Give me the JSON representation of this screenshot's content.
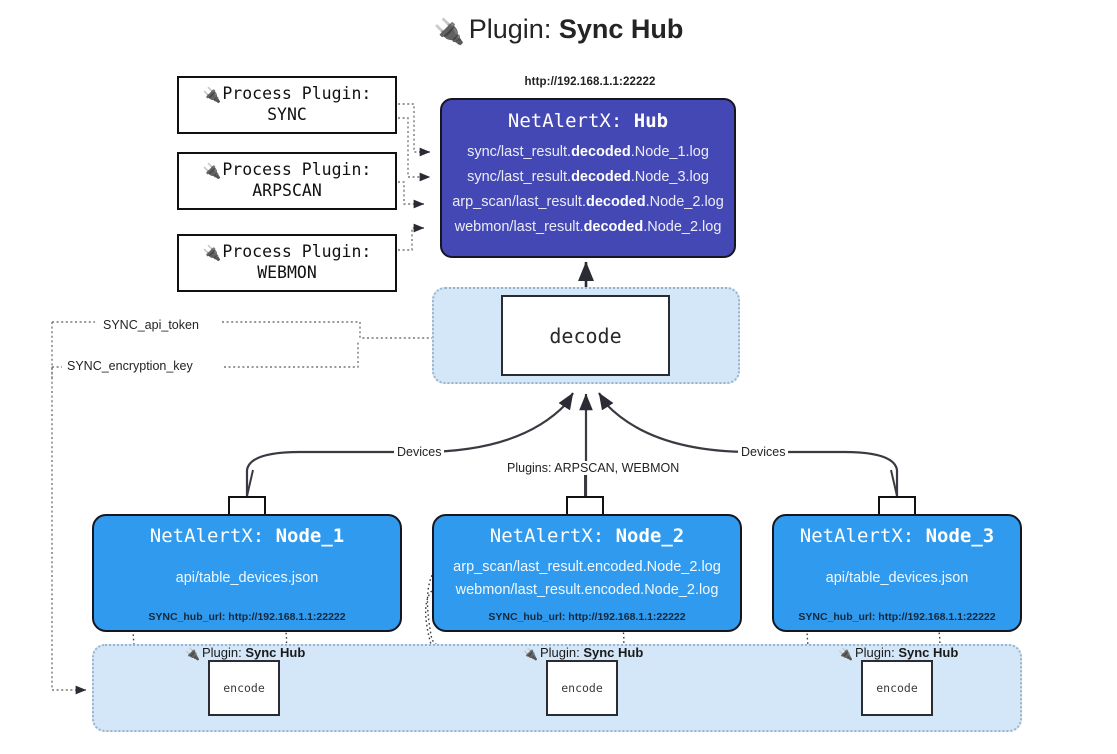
{
  "title": {
    "icon": "plug-icon",
    "label": "Plugin:",
    "value": "Sync Hub"
  },
  "process_plugins": [
    {
      "icon": "plug-icon",
      "label": "Process Plugin:",
      "name": "SYNC"
    },
    {
      "icon": "plug-icon",
      "label": "Process Plugin:",
      "name": "ARPSCAN"
    },
    {
      "icon": "plug-icon",
      "label": "Process Plugin:",
      "name": "WEBMON"
    }
  ],
  "hub": {
    "url": "http://192.168.1.1:22222",
    "prefix": "NetAlertX:",
    "name": "Hub",
    "logs": [
      {
        "pre": "sync/last_result.",
        "strong": "decoded",
        "post": ".Node_1.log"
      },
      {
        "pre": "sync/last_result.",
        "strong": "decoded",
        "post": ".Node_3.log"
      },
      {
        "pre": "arp_scan/last_result.",
        "strong": "decoded",
        "post": ".Node_2.log"
      },
      {
        "pre": "webmon/last_result.",
        "strong": "decoded",
        "post": ".Node_2.log"
      }
    ]
  },
  "decode": {
    "label": "decode"
  },
  "edge_labels": {
    "devices_left": "Devices",
    "devices_right": "Devices",
    "plugins_center": "Plugins: ARPSCAN, WEBMON",
    "api_token": "SYNC_api_token",
    "encryption_key": "SYNC_encryption_key"
  },
  "nodes": [
    {
      "prefix": "NetAlertX:",
      "name": "Node_1",
      "lines": [
        "api/table_devices.json"
      ],
      "hub_url": "SYNC_hub_url: http://192.168.1.1:22222",
      "icon": "envelope-icon"
    },
    {
      "prefix": "NetAlertX:",
      "name": "Node_2",
      "lines": [
        "arp_scan/last_result.encoded.Node_2.log",
        "webmon/last_result.encoded.Node_2.log"
      ],
      "hub_url": "SYNC_hub_url: http://192.168.1.1:22222",
      "icon": "envelope-icon"
    },
    {
      "prefix": "NetAlertX:",
      "name": "Node_3",
      "lines": [
        "api/table_devices.json"
      ],
      "hub_url": "SYNC_hub_url: http://192.168.1.1:22222",
      "icon": "envelope-icon"
    }
  ],
  "encoders": [
    {
      "icon": "plug-icon",
      "caption_label": "Plugin:",
      "caption_value": "Sync Hub",
      "box_label": "encode"
    },
    {
      "icon": "plug-icon",
      "caption_label": "Plugin:",
      "caption_value": "Sync Hub",
      "box_label": "encode"
    },
    {
      "icon": "plug-icon",
      "caption_label": "Plugin:",
      "caption_value": "Sync Hub",
      "box_label": "encode"
    }
  ],
  "colors": {
    "hub_fill": "#4448b4",
    "node_fill": "#2f9aee",
    "group_fill": "#d4e7f8",
    "group_border": "#9ab4cc",
    "stroke": "#2b2b33",
    "background": "#ffffff"
  }
}
